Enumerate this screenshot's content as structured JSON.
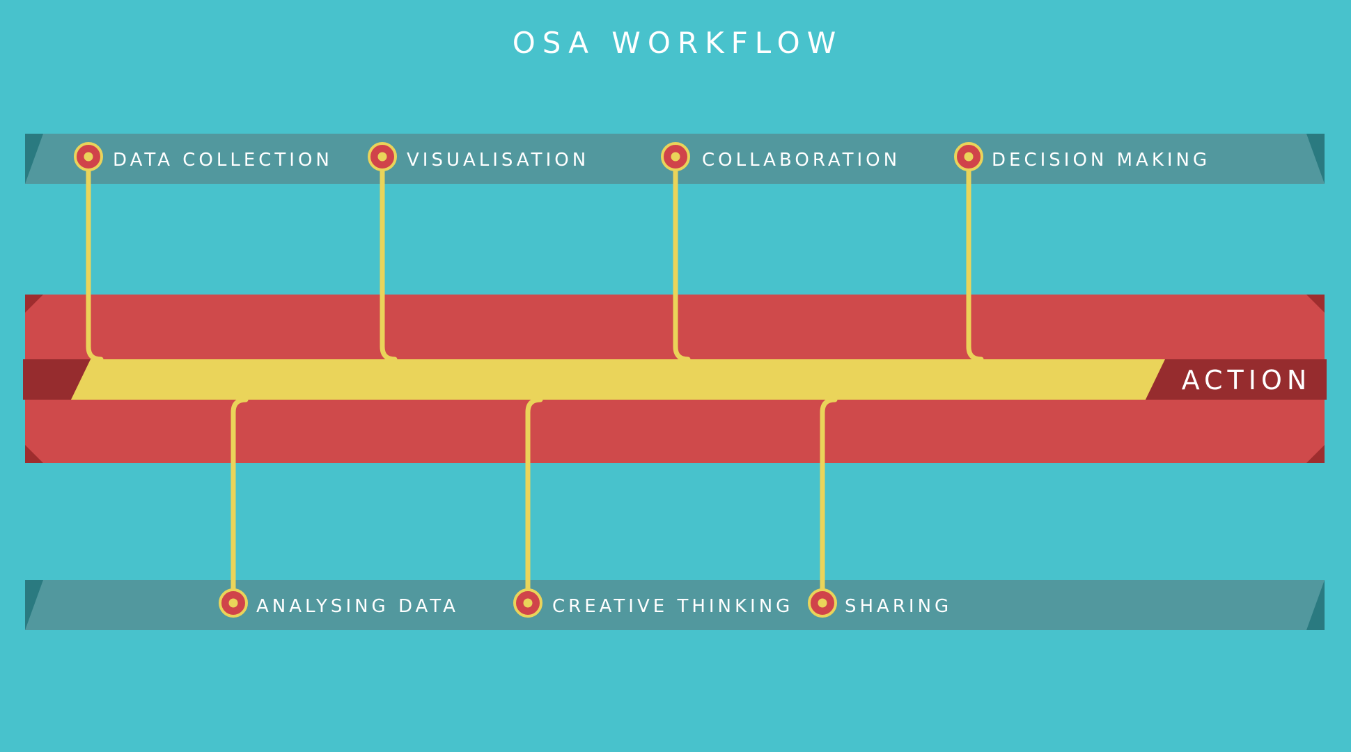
{
  "title": "OSA WORKFLOW",
  "action_label": "ACTION",
  "stages_top": [
    "DATA COLLECTION",
    "VISUALISATION",
    "COLLABORATION",
    "DECISION MAKING"
  ],
  "stages_bottom": [
    "ANALYSING DATA",
    "CREATIVE THINKING",
    "SHARING"
  ],
  "colors": {
    "background": "#48C2CC",
    "ribbon": "#52989E",
    "ribbon_fold": "#2A7A80",
    "main_band": "#CF4A4B",
    "main_band_fold": "#9E2D2E",
    "action_tag": "#962C2E",
    "track": "#EAD45A",
    "node_fill": "#D0434A",
    "text": "#FFFFFF"
  }
}
